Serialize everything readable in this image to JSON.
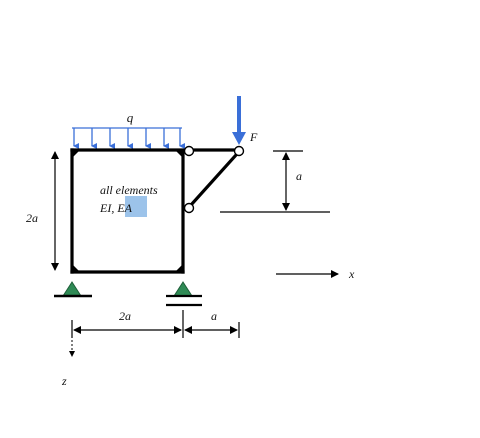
{
  "figure": {
    "labels": {
      "q": "q",
      "F": "F",
      "height": "2a",
      "width": "2a",
      "overhang": "a",
      "offset": "a",
      "note_line1": "all elements",
      "note_line2": "EI, EA",
      "x_axis": "x",
      "z_axis": "z"
    },
    "colors": {
      "distributed_load": "#3a6fd8",
      "point_load": "#3a6fd8",
      "supports": "#2f8a55",
      "note_highlight": "#9cc3ea",
      "members": "#000000"
    }
  }
}
